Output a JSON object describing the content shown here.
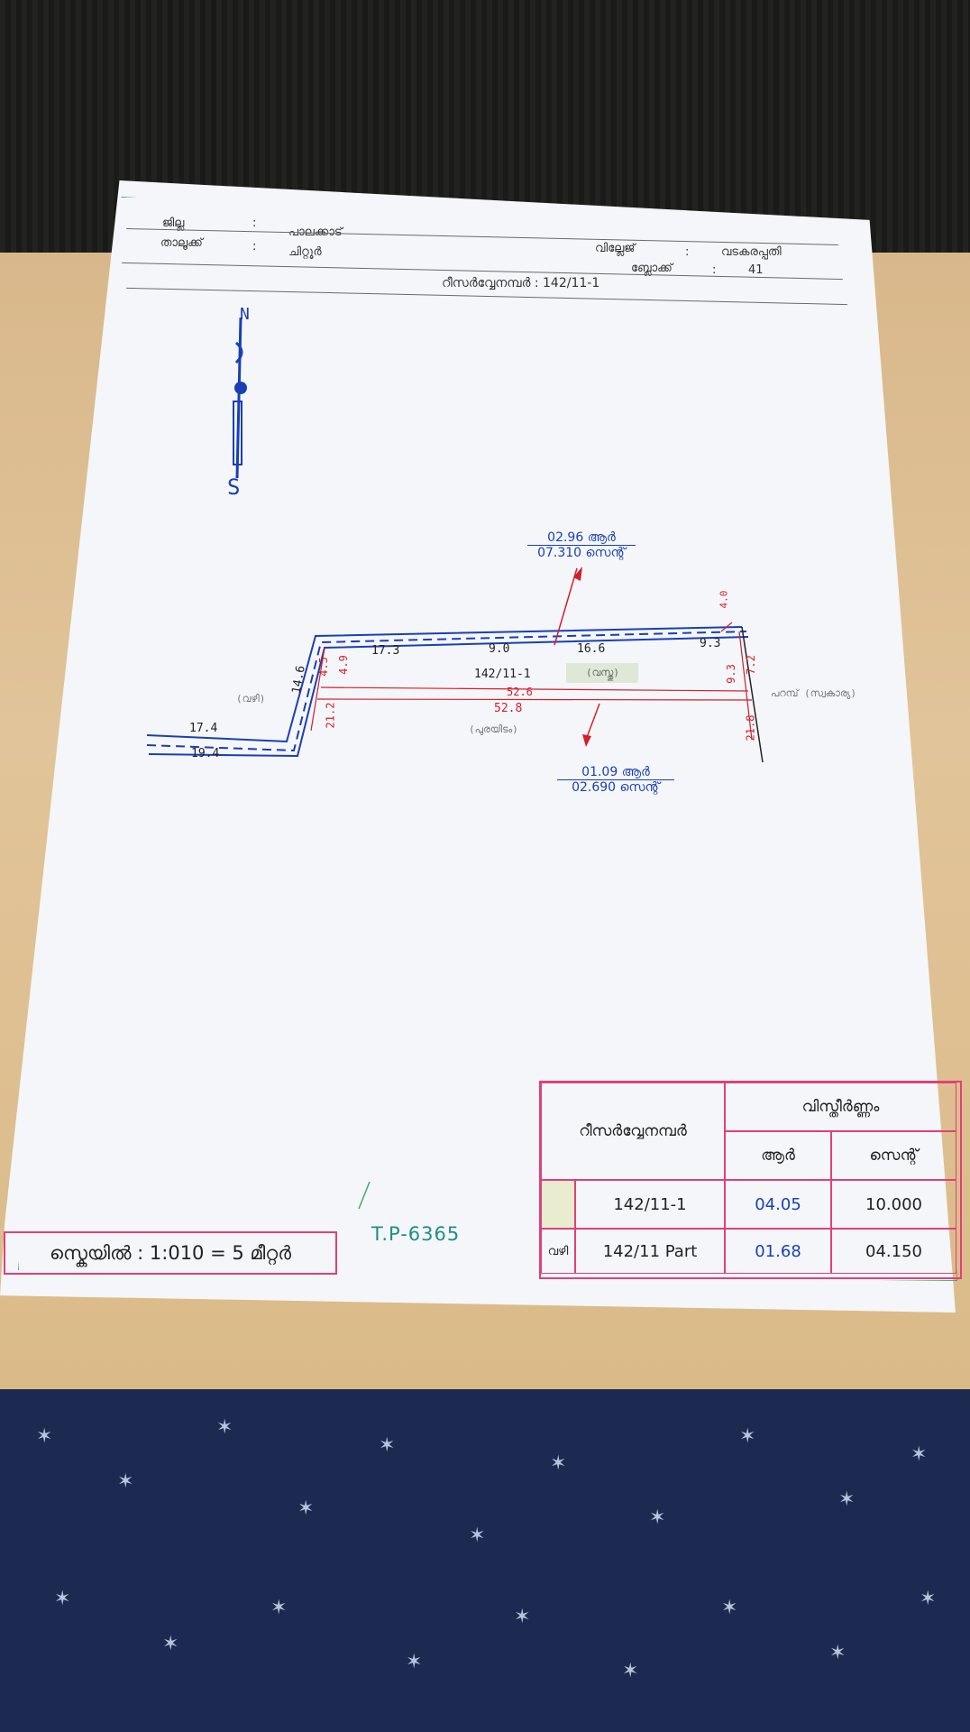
{
  "header": {
    "district_label": "ജില്ല",
    "district_value": "പാലക്കാട്",
    "taluk_label": "താലൂക്ക്",
    "taluk_value": "ചിറ്റൂർ",
    "village_label": "വില്ലേജ്",
    "village_value": "വടകരപ്പതി",
    "block_label": "ബ്ലോക്ക്",
    "block_value": "41",
    "survey_line": "റീസർവ്വേനമ്പർ : 142/11-1"
  },
  "compass": {
    "north": "N",
    "south": "S"
  },
  "plot": {
    "survey_no": "142/11-1",
    "owner_note": "(വസ്തു)",
    "outside_note": "(വഴി)",
    "neighbour_note": "(പുരയിടം)",
    "right_note": "പറമ്പ് (സ്വകാര്യ)",
    "top_lengths": [
      "17.3",
      "9.0",
      "16.6",
      "9.3"
    ],
    "left_side": "14.6",
    "left_inner": "4.9",
    "left_inner2": "4.5",
    "right_side": "7.2",
    "right_inner": "9.3",
    "right_outer": "4.0",
    "mid_blue": "52.6",
    "mid_red": "52.8",
    "lower_left_red": "21.2",
    "lower_right_red": "21.8",
    "road_top": "17.4",
    "road_bottom": "19.4"
  },
  "areas": {
    "top": {
      "ares": "02.96 ആർ",
      "cents": "07.310 സെന്റ്"
    },
    "bottom": {
      "ares": "01.09 ആർ",
      "cents": "02.690 സെന്റ്"
    }
  },
  "table": {
    "col_survey": "റീസർവ്വേനമ്പർ",
    "col_extent": "വിസ്തീർണ്ണം",
    "col_ares": "ആർ",
    "col_cents": "സെന്റ്",
    "rows": [
      {
        "marker": "",
        "survey": "142/11-1",
        "ares": "04.05",
        "cents": "10.000"
      },
      {
        "marker": "വഴി",
        "survey": "142/11 Part",
        "ares": "01.68",
        "cents": "04.150"
      }
    ]
  },
  "footer": {
    "scale": "സ്കെയിൽ : 1:010 = 5 മീറ്റർ",
    "tp": "T.P-6365"
  }
}
